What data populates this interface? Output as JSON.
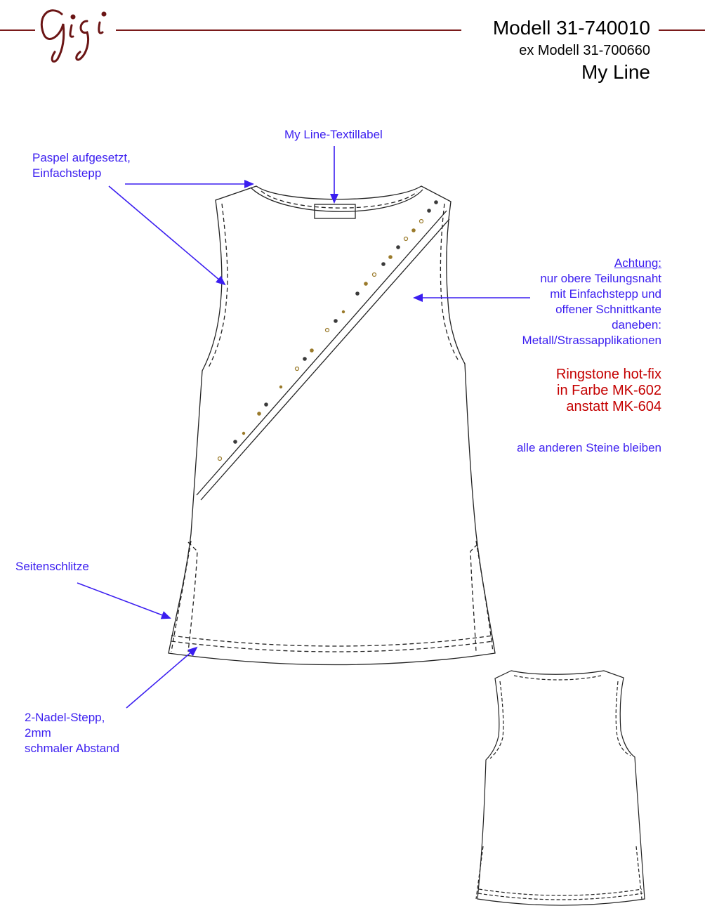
{
  "header": {
    "logo_text": "Gigi",
    "model": "Modell 31-740010",
    "ex_model": "ex Modell 31-700660",
    "line": "My Line"
  },
  "annotations": {
    "label": "My Line-Textillabel",
    "piping": [
      "Paspel aufgesetzt,",
      "Einfachstepp"
    ],
    "attention_title": "Achtung:",
    "attention_lines": [
      "nur obere Teilungsnaht",
      "mit Einfachstepp und",
      "offener Schnittkante",
      "daneben:",
      "Metall/Strassapplikationen"
    ],
    "ringstone_lines": [
      "Ringstone hot-fix",
      "in Farbe MK-602",
      "anstatt MK-604"
    ],
    "other_stones": "alle anderen Steine bleiben",
    "side_slits": "Seitenschlitze",
    "hem_stitch": [
      "2-Nadel-Stepp,",
      "2mm",
      "schmaler Abstand"
    ]
  },
  "colors": {
    "brand": "#7a1a1a",
    "annotation": "#3b1ef0",
    "highlight": "#c40000",
    "stud_gold": "#9a7a2a",
    "stud_dark": "#3a3a3a"
  }
}
